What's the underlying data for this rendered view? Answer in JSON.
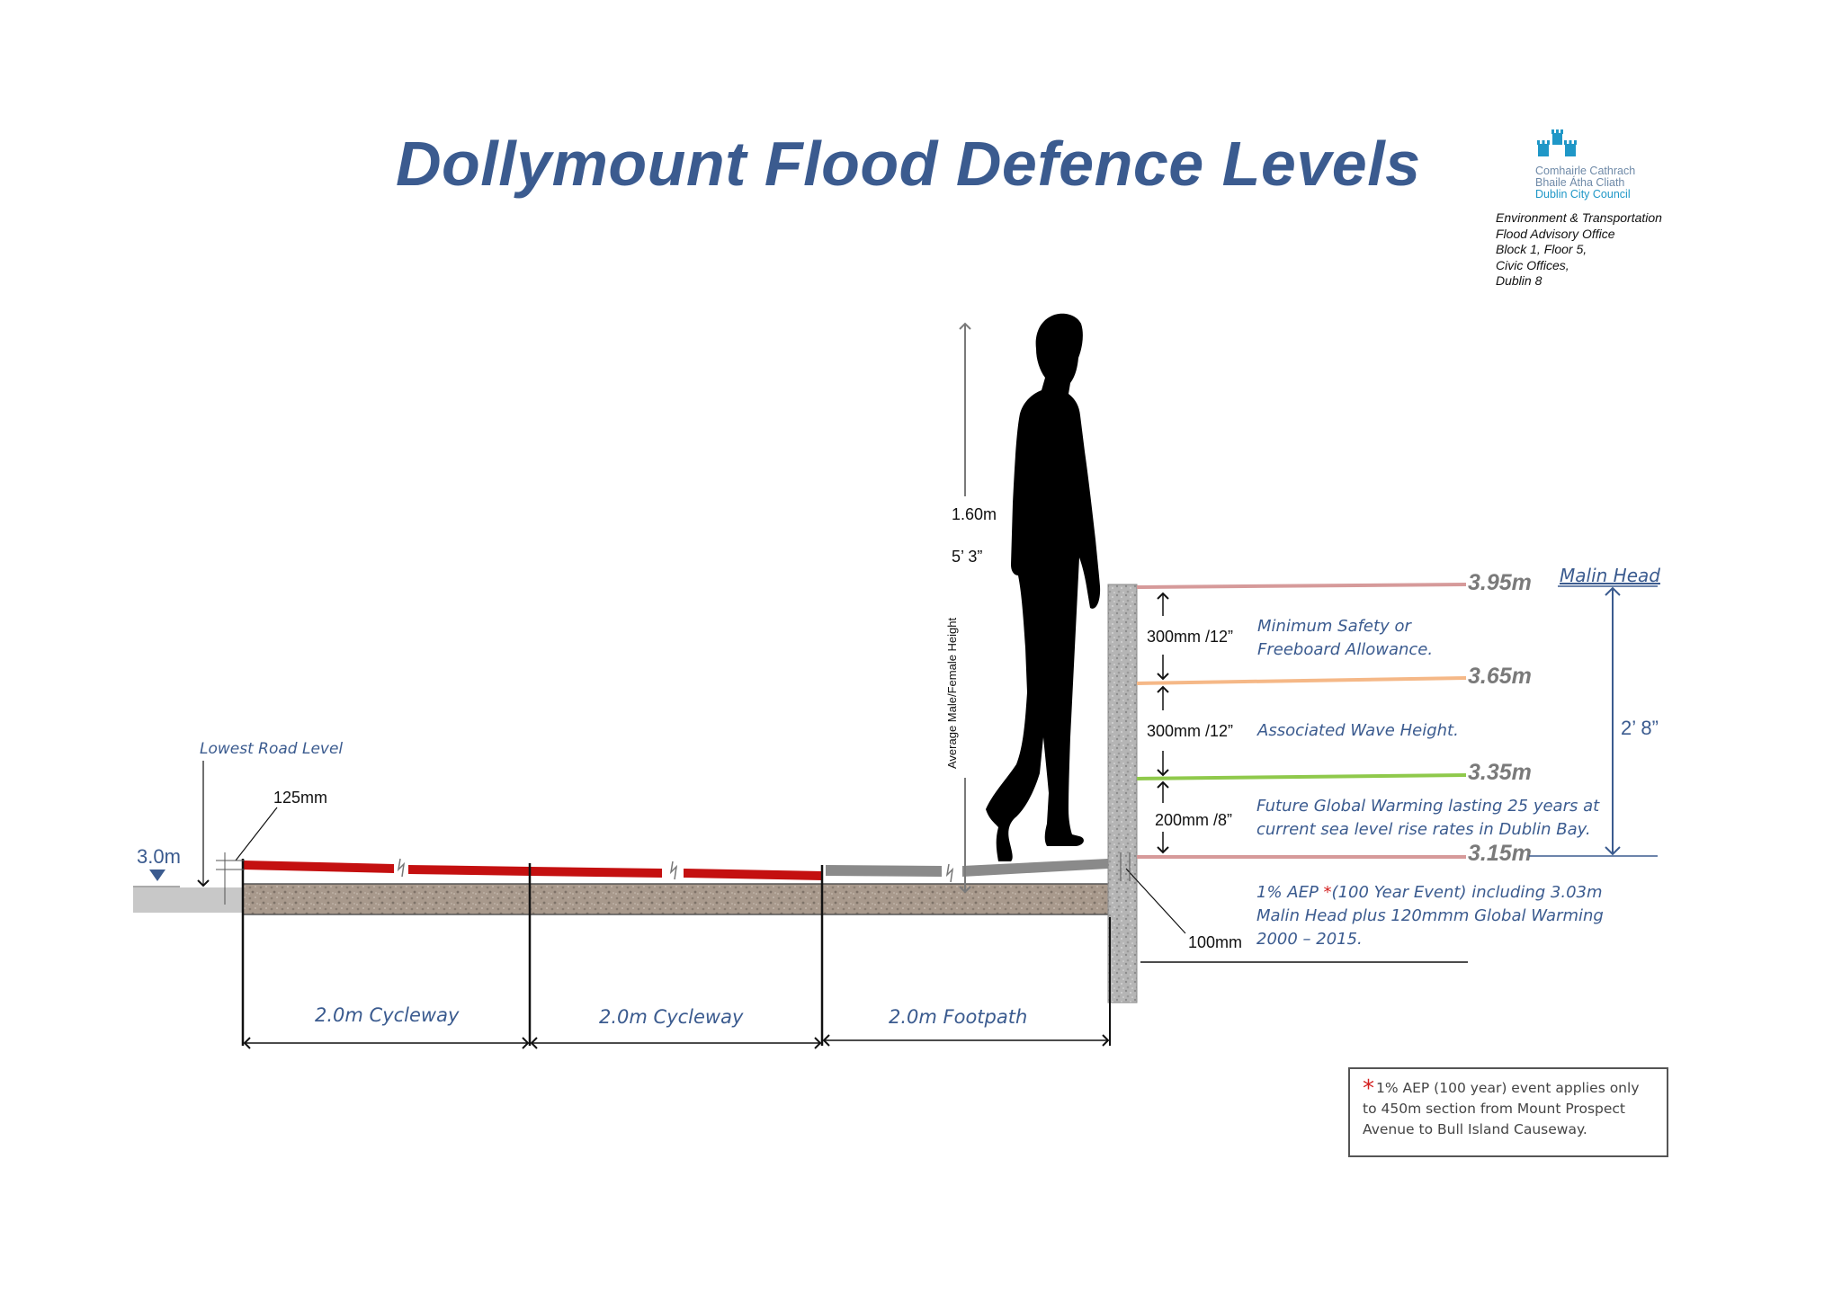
{
  "title": "Dollymount Flood Defence Levels",
  "logo": {
    "line1": "Comhairle Cathrach",
    "line2": "Bhaile Átha Cliath",
    "line3": "Dublin City Council",
    "icon": "castle-towers-icon"
  },
  "address": [
    "Environment & Transportation",
    "Flood Advisory Office",
    "Block 1, Floor 5,",
    "Civic Offices,",
    "Dublin 8"
  ],
  "levels": [
    {
      "label": "3.95m",
      "color": "#d69a9a"
    },
    {
      "label": "3.65m",
      "color": "#f5b887"
    },
    {
      "label": "3.35m",
      "color": "#8fc94b"
    },
    {
      "label": "3.15m",
      "color": "#d69a9a"
    }
  ],
  "dims": {
    "gap1": "300mm /12”",
    "gap2": "300mm /12”",
    "gap3": "200mm /8”",
    "malin_head": "Malin Head",
    "total": "2’ 8”",
    "wall_offset": "100mm",
    "kerb": "125mm",
    "road_level": "3.0m",
    "lowest_road": "Lowest Road Level",
    "person_height_m": "1.60m",
    "person_height_ft": "5’  3”",
    "person_axis": "Average Male/Female Height"
  },
  "descriptions": {
    "freeboard_1": "Minimum Safety or",
    "freeboard_2": "Freeboard Allowance.",
    "wave": "Associated Wave Height.",
    "warming_1": "Future Global Warming lasting 25 years at",
    "warming_2": "current sea level rise rates in Dublin Bay.",
    "aep_1a": "1% AEP ",
    "aep_1star": "*",
    "aep_1b": "(100 Year Event) including 3.03m",
    "aep_2": "Malin Head plus 120mmm Global Warming",
    "aep_3": "2000 – 2015."
  },
  "sections": [
    "2.0m Cycleway",
    "2.0m Cycleway",
    "2.0m Footpath"
  ],
  "footnote": {
    "star": "*",
    "line1": "1% AEP (100 year) event applies only",
    "line2": "to 450m section from Mount Prospect",
    "line3": "Avenue to Bull Island Causeway."
  },
  "colors": {
    "title": "#3b5b8f",
    "cycleway": "#c41010",
    "footpath": "#8a8a8a",
    "dimension": "#3b5b8f"
  }
}
